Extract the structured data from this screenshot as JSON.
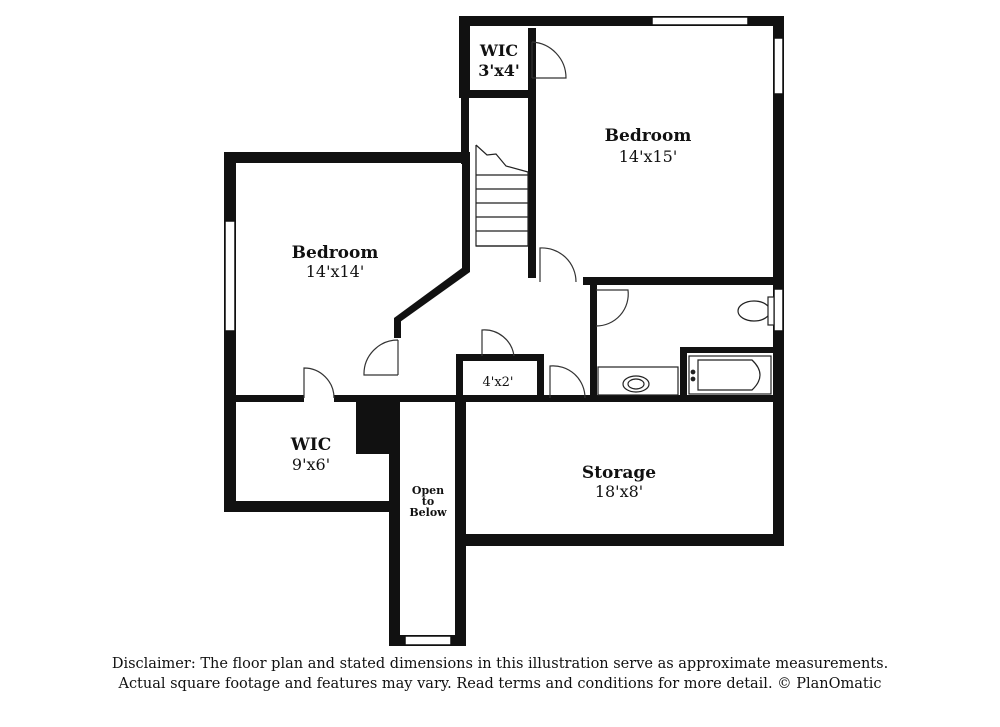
{
  "rooms": {
    "bedroom_main": {
      "name": "Bedroom",
      "dimensions": "14'x15'"
    },
    "bedroom_left": {
      "name": "Bedroom",
      "dimensions": "14'x14'"
    },
    "wic_top": {
      "name": "WIC",
      "dimensions": "3'x4'"
    },
    "wic_left": {
      "name": "WIC",
      "dimensions": "9'x6'"
    },
    "storage": {
      "name": "Storage",
      "dimensions": "18'x8'"
    },
    "closet_hall": {
      "dimensions": "4'x2'"
    },
    "open_to_below": {
      "line1": "Open",
      "line2": "to",
      "line3": "Below"
    }
  },
  "disclaimer": {
    "line1": "Disclaimer: The floor plan and stated dimensions in this illustration serve as approximate measurements.",
    "line2": "Actual square footage and features may vary. Read terms and conditions for more detail. © PlanOmatic"
  },
  "colors": {
    "wall": "#111111",
    "background": "#ffffff"
  }
}
